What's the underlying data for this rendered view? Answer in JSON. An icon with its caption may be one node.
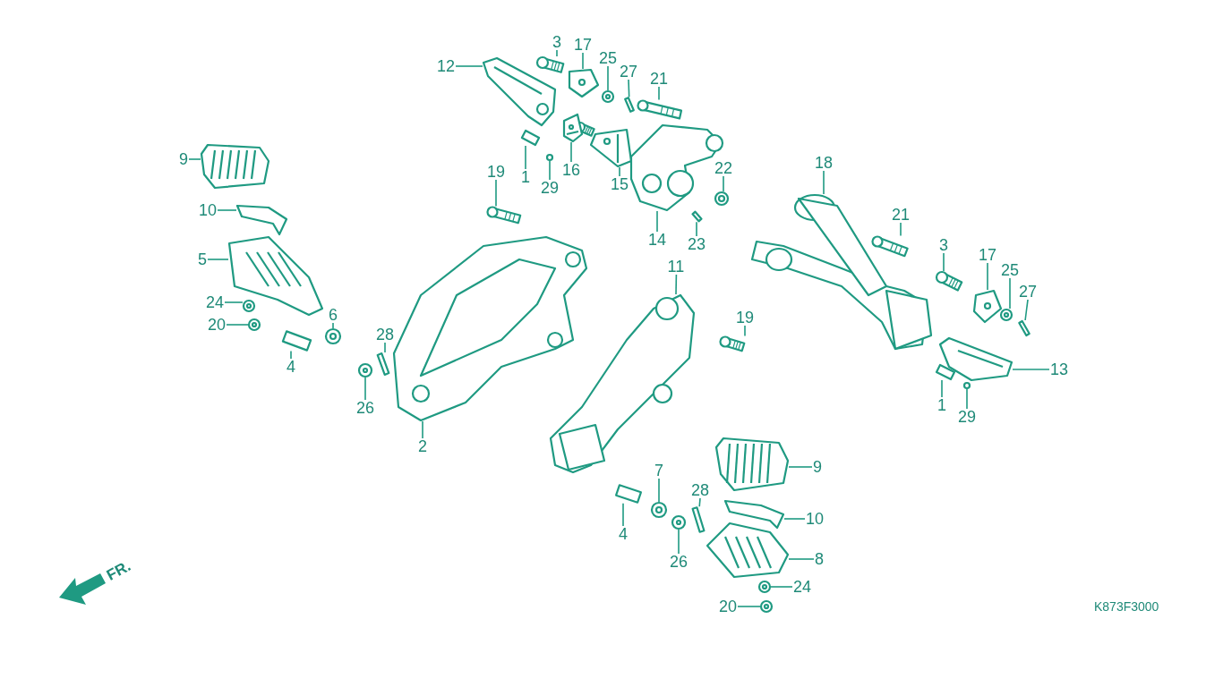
{
  "diagram": {
    "nodes": [
      {
        "text": [
          "12"
        ]
      },
      {
        "text": [
          "3"
        ]
      },
      {
        "text": [
          "17"
        ]
      },
      {
        "text": [
          "25"
        ]
      },
      {
        "text": [
          "27"
        ]
      },
      {
        "text": [
          "21"
        ]
      },
      {
        "text": [
          "9"
        ]
      },
      {
        "text": [
          "1"
        ]
      },
      {
        "text": [
          "16"
        ]
      },
      {
        "text": [
          "29"
        ]
      },
      {
        "text": [
          "15"
        ]
      },
      {
        "text": [
          "22"
        ]
      },
      {
        "text": [
          "19"
        ]
      },
      {
        "text": [
          "14"
        ]
      },
      {
        "text": [
          "23"
        ]
      },
      {
        "text": [
          "18"
        ]
      },
      {
        "text": [
          "10"
        ]
      },
      {
        "text": [
          "21"
        ]
      },
      {
        "text": [
          "5"
        ]
      },
      {
        "text": [
          "11"
        ]
      },
      {
        "text": [
          "3"
        ]
      },
      {
        "text": [
          "17"
        ]
      },
      {
        "text": [
          "25"
        ]
      },
      {
        "text": [
          "27"
        ]
      },
      {
        "text": [
          "24"
        ]
      },
      {
        "text": [
          "6"
        ]
      },
      {
        "text": [
          "19"
        ]
      },
      {
        "text": [
          "20"
        ]
      },
      {
        "text": [
          "28"
        ]
      },
      {
        "text": [
          "4"
        ]
      },
      {
        "text": [
          "13"
        ]
      },
      {
        "text": [
          "26"
        ]
      },
      {
        "text": [
          "2"
        ]
      },
      {
        "text": [
          "1"
        ]
      },
      {
        "text": [
          "29"
        ]
      },
      {
        "text": [
          "9"
        ]
      },
      {
        "text": [
          "7"
        ]
      },
      {
        "text": [
          "28"
        ]
      },
      {
        "text": [
          "4"
        ]
      },
      {
        "text": [
          "10"
        ]
      },
      {
        "text": [
          "26"
        ]
      },
      {
        "text": [
          "8"
        ]
      },
      {
        "text": [
          "24"
        ]
      },
      {
        "text": [
          "20"
        ]
      },
      {
        "text": [],
        "shape": "picture"
      },
      {
        "text": [],
        "shape": "picture"
      },
      {
        "text": [],
        "shape": "picture"
      },
      {
        "text": [],
        "shape": "picture"
      },
      {
        "text": [],
        "shape": "picture"
      },
      {
        "text": [],
        "shape": "picture"
      },
      {
        "text": [],
        "shape": "picture"
      },
      {
        "text": [],
        "shape": "picture"
      },
      {
        "text": [],
        "shape": "picture"
      },
      {
        "text": [],
        "shape": "circle"
      },
      {
        "text": [],
        "shape": "picture"
      },
      {
        "text": [],
        "shape": "picture"
      },
      {
        "text": [],
        "shape": "picture"
      },
      {
        "text": [],
        "shape": "picture"
      },
      {
        "text": [],
        "shape": "picture"
      },
      {
        "text": [],
        "shape": "picture"
      },
      {
        "text": [],
        "shape": "picture"
      },
      {
        "text": [],
        "shape": "picture"
      },
      {
        "text": [],
        "shape": "picture"
      },
      {
        "text": [],
        "shape": "picture"
      },
      {
        "text": [],
        "shape": "picture"
      },
      {
        "text": [],
        "shape": "picture"
      },
      {
        "text": [],
        "shape": "picture"
      },
      {
        "text": [],
        "shape": "picture"
      },
      {
        "text": [],
        "shape": "picture"
      },
      {
        "text": [],
        "shape": "picture"
      },
      {
        "text": [],
        "shape": "picture"
      },
      {
        "text": [],
        "shape": "picture"
      },
      {
        "text": [],
        "shape": "picture"
      },
      {
        "text": [],
        "shape": "picture"
      },
      {
        "text": [],
        "shape": "picture"
      },
      {
        "text": [],
        "shape": "picture"
      },
      {
        "text": [],
        "shape": "picture"
      },
      {
        "text": [],
        "shape": "picture"
      },
      {
        "text": [],
        "shape": "circle"
      },
      {
        "text": [],
        "shape": "picture"
      },
      {
        "text": [],
        "shape": "picture"
      },
      {
        "text": [],
        "shape": "picture"
      },
      {
        "text": [],
        "shape": "picture"
      },
      {
        "text": [],
        "shape": "picture"
      },
      {
        "text": [],
        "shape": "picture"
      },
      {
        "text": [],
        "shape": "picture"
      },
      {
        "text": [],
        "shape": "picture"
      },
      {
        "text": [],
        "shape": "picture"
      }
    ],
    "edges": [
      {
        "from": 0,
        "to": 44,
        "arrow": "none"
      },
      {
        "from": 1,
        "to": 45,
        "arrow": "none"
      },
      {
        "from": 2,
        "to": 46,
        "arrow": "none"
      },
      {
        "from": 3,
        "to": 47,
        "arrow": "none"
      },
      {
        "from": 4,
        "to": 48,
        "arrow": "none"
      },
      {
        "from": 5,
        "to": 49,
        "arrow": "none"
      },
      {
        "from": 6,
        "to": 50,
        "arrow": "none"
      },
      {
        "from": 7,
        "to": 51,
        "arrow": "none"
      },
      {
        "from": 8,
        "to": 52,
        "arrow": "none"
      },
      {
        "from": 9,
        "to": 53,
        "arrow": "none"
      },
      {
        "from": 10,
        "to": 54,
        "arrow": "none"
      },
      {
        "from": 11,
        "to": 55,
        "arrow": "none"
      },
      {
        "from": 12,
        "to": 56,
        "arrow": "none"
      },
      {
        "from": 13,
        "to": 57,
        "arrow": "none"
      },
      {
        "from": 14,
        "to": 58,
        "arrow": "none"
      },
      {
        "from": 15,
        "to": 59,
        "arrow": "none"
      },
      {
        "from": 16,
        "to": 60,
        "arrow": "none"
      },
      {
        "from": 17,
        "to": 61,
        "arrow": "none"
      },
      {
        "from": 18,
        "to": 62,
        "arrow": "none"
      },
      {
        "from": 19,
        "to": 63,
        "arrow": "none"
      },
      {
        "from": 20,
        "to": 64,
        "arrow": "none"
      },
      {
        "from": 21,
        "to": 65,
        "arrow": "none"
      },
      {
        "from": 22,
        "to": 66,
        "arrow": "none"
      },
      {
        "from": 23,
        "to": 67,
        "arrow": "none"
      },
      {
        "from": 24,
        "to": 68,
        "arrow": "none"
      },
      {
        "from": 25,
        "to": 69,
        "arrow": "none"
      },
      {
        "from": 26,
        "to": 70,
        "arrow": "none"
      },
      {
        "from": 27,
        "to": 71,
        "arrow": "none"
      },
      {
        "from": 28,
        "to": 72,
        "arrow": "none"
      },
      {
        "from": 29,
        "to": 73,
        "arrow": "none"
      },
      {
        "from": 30,
        "to": 74,
        "arrow": "none"
      },
      {
        "from": 31,
        "to": 75,
        "arrow": "none"
      },
      {
        "from": 32,
        "to": 76,
        "arrow": "none"
      },
      {
        "from": 33,
        "to": 77,
        "arrow": "none"
      },
      {
        "from": 34,
        "to": 78,
        "arrow": "none"
      },
      {
        "from": 35,
        "to": 79,
        "arrow": "none"
      },
      {
        "from": 36,
        "to": 80,
        "arrow": "none"
      },
      {
        "from": 37,
        "to": 81,
        "arrow": "none"
      },
      {
        "from": 38,
        "to": 82,
        "arrow": "none"
      },
      {
        "from": 39,
        "to": 83,
        "arrow": "none"
      },
      {
        "from": 40,
        "to": 84,
        "arrow": "none"
      },
      {
        "from": 41,
        "to": 85,
        "arrow": "none"
      },
      {
        "from": 42,
        "to": 86,
        "arrow": "none"
      },
      {
        "from": 43,
        "to": 87,
        "arrow": "none"
      }
    ],
    "labels": [
      "FR.",
      "K873F3000"
    ]
  }
}
